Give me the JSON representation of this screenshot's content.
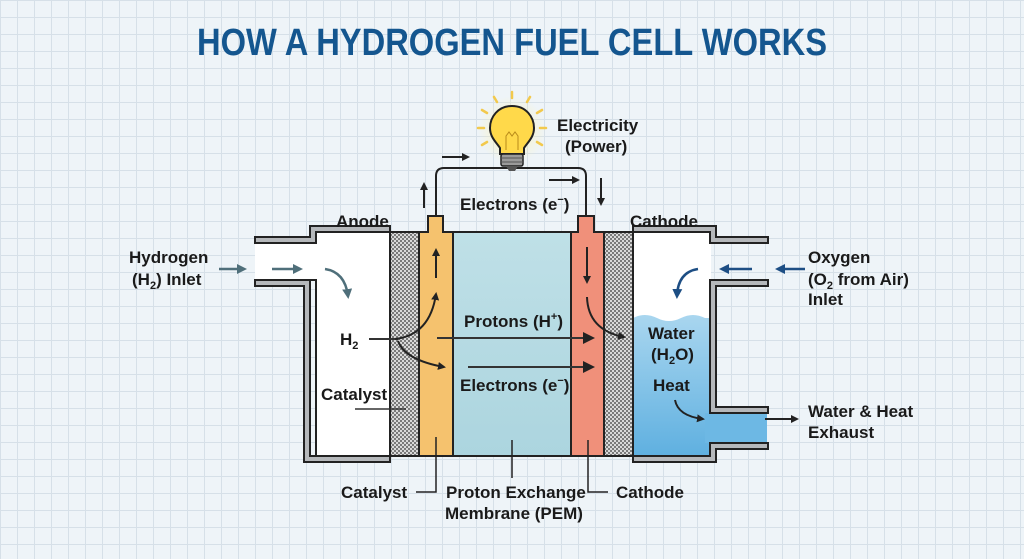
{
  "title": "HOW A HYDROGEN FUEL CELL WORKS",
  "colors": {
    "title": "#14568f",
    "anode": "#f5c26e",
    "cathode": "#f0907a",
    "membrane": "#b7dbe3",
    "water": "#7cc0e6",
    "catalyst_hatch": "#9a9a9a",
    "wall": "#b5b8bb",
    "inlet_arrow_h2": "#4f6f7a",
    "inlet_arrow_o2": "#1d4e84"
  },
  "circuit": {
    "bulb_label_line1": "Electricity",
    "bulb_label_line2": "(Power)",
    "wire_label": "Electrons (e",
    "wire_label_sup": "−",
    "wire_label_close": ")"
  },
  "labels": {
    "anode": "Anode",
    "cathode_top": "Cathode",
    "hydrogen_inlet_line1": "Hydrogen",
    "hydrogen_inlet_line2_pre": "(H",
    "hydrogen_inlet_line2_sub": "2",
    "hydrogen_inlet_line2_post": ") Inlet",
    "oxygen_inlet_line1": "Oxygen",
    "oxygen_inlet_line2_pre": "(O",
    "oxygen_inlet_line2_sub": "2",
    "oxygen_inlet_line2_post": " from Air)",
    "oxygen_inlet_line3": "Inlet",
    "h2": "H",
    "h2_sub": "2",
    "catalyst_left": "Catalyst",
    "protons": "Protons (H",
    "protons_sup": "+",
    "protons_close": ")",
    "electrons_membrane": "Electrons (e",
    "electrons_membrane_sup": "−",
    "electrons_membrane_close": ")",
    "water_line1": "Water",
    "water_line2_pre": "(H",
    "water_line2_sub": "2",
    "water_line2_post": "O)",
    "heat": "Heat",
    "exhaust_line1": "Water & Heat",
    "exhaust_line2": "Exhaust"
  },
  "bottom_labels": {
    "catalyst": "Catalyst",
    "pem_line1": "Proton Exchange",
    "pem_line2": "Membrane (PEM)",
    "cathode": "Cathode"
  }
}
